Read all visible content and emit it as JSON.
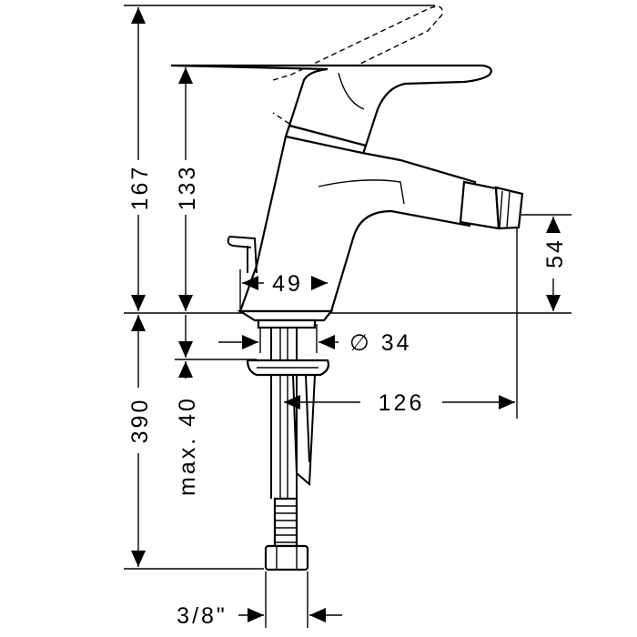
{
  "dimensions": {
    "overall_height": "167",
    "lever_height": "133",
    "spout_height": "54",
    "base_width": "49",
    "shank_diameter": "∅ 34",
    "hose_length": "390",
    "max_mount": "max. 40",
    "spout_reach": "126",
    "connection": "3/8\""
  }
}
